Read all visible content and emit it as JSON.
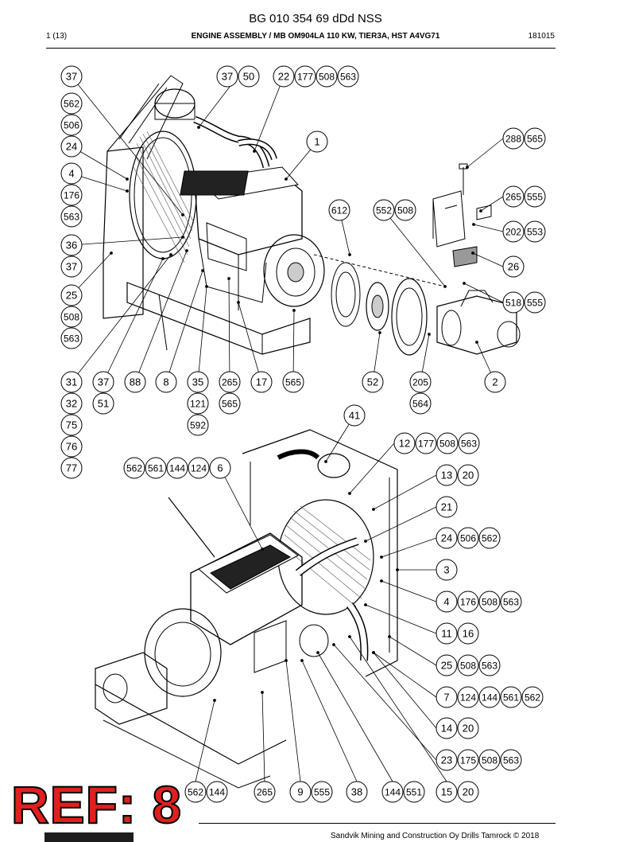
{
  "header": {
    "doc_title": "BG 010 354 69 dDd NSS",
    "page_number": "1 (13)",
    "assembly_title": "ENGINE ASSEMBLY / MB OM904LA 110 KW, TIER3A, HST A4VG71",
    "date_code": "181015"
  },
  "footer": {
    "copyright": "Sandvik Mining and Construction Oy Drills Tamrock © 2018"
  },
  "ref_stamp": "REF: 8",
  "callouts": {
    "top": [
      [
        "37"
      ],
      [
        "562"
      ],
      [
        "506"
      ],
      [
        "24"
      ],
      [
        "4"
      ],
      [
        "176"
      ],
      [
        "563"
      ],
      [
        "36"
      ],
      [
        "37"
      ],
      [
        "25"
      ],
      [
        "508"
      ],
      [
        "563"
      ],
      [
        "37",
        "50"
      ],
      [
        "22",
        "177",
        "508",
        "563"
      ],
      [
        "1"
      ],
      [
        "288",
        "565"
      ],
      [
        "265",
        "555"
      ],
      [
        "612"
      ],
      [
        "552",
        "508"
      ],
      [
        "202",
        "553"
      ],
      [
        "26"
      ],
      [
        "518",
        "555"
      ],
      [
        "31"
      ],
      [
        "32"
      ],
      [
        "75"
      ],
      [
        "76"
      ],
      [
        "77"
      ],
      [
        "37"
      ],
      [
        "51"
      ],
      [
        "88"
      ],
      [
        "8"
      ],
      [
        "35"
      ],
      [
        "121"
      ],
      [
        "592"
      ],
      [
        "265"
      ],
      [
        "565"
      ],
      [
        "17"
      ],
      [
        "565"
      ],
      [
        "52"
      ],
      [
        "205"
      ],
      [
        "564"
      ],
      [
        "2"
      ]
    ],
    "bottom": [
      [
        "41"
      ],
      [
        "12",
        "177",
        "508",
        "563"
      ],
      [
        "562",
        "561",
        "144",
        "124"
      ],
      [
        "6"
      ],
      [
        "13",
        "20"
      ],
      [
        "21"
      ],
      [
        "24",
        "506",
        "562"
      ],
      [
        "3"
      ],
      [
        "4",
        "176",
        "508",
        "563"
      ],
      [
        "11",
        "16"
      ],
      [
        "25",
        "508",
        "563"
      ],
      [
        "7",
        "124",
        "144",
        "561",
        "562"
      ],
      [
        "14",
        "20"
      ],
      [
        "23",
        "175",
        "508",
        "563"
      ],
      [
        "562",
        "144"
      ],
      [
        "265"
      ],
      [
        "9",
        "555"
      ],
      [
        "38"
      ],
      [
        "144",
        "551"
      ],
      [
        "15",
        "20"
      ]
    ]
  }
}
